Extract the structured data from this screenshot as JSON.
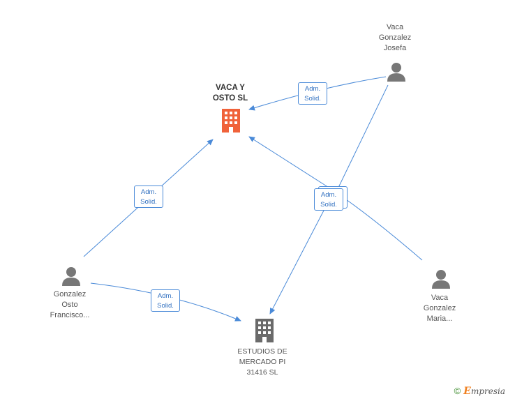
{
  "nodes": {
    "company_main": {
      "label": "VACA Y\nOSTO SL",
      "color": "#f0623a"
    },
    "company_other": {
      "label": "ESTUDIOS DE\nMERCADO PI\n31416  SL",
      "color": "#6a6a6a"
    },
    "person_josefa": {
      "label": "Vaca\nGonzalez\nJosefa"
    },
    "person_francisco": {
      "label": "Gonzalez\nOsto\nFrancisco..."
    },
    "person_maria": {
      "label": "Vaca\nGonzalez\nMaria..."
    }
  },
  "relation_label": {
    "line1": "Adm.",
    "line2": "Solid."
  },
  "colors": {
    "edge": "#4a8ad8",
    "person_icon": "#777777"
  },
  "footer": {
    "copyright": "©",
    "brand_initial": "E",
    "brand_rest": "mpresia"
  }
}
